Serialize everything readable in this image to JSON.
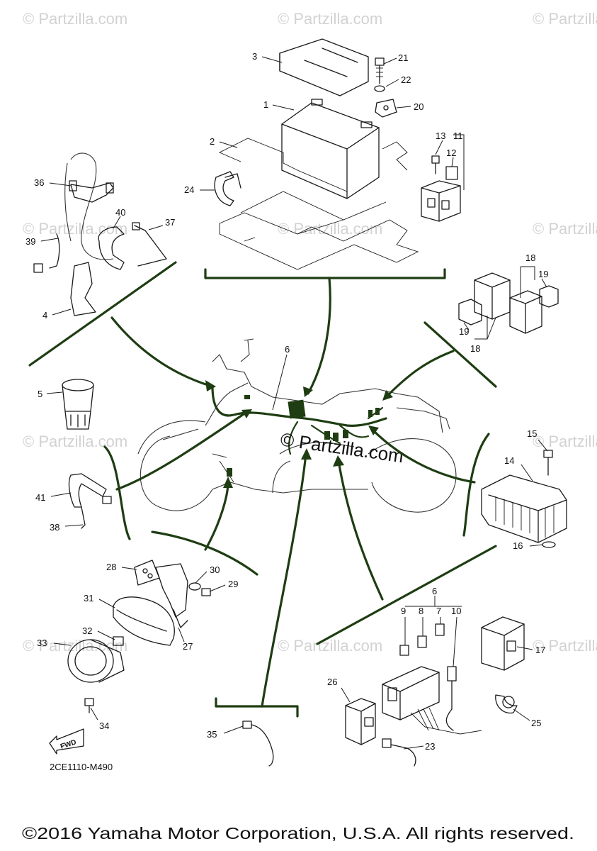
{
  "watermark": {
    "text": "© Partzilla.com",
    "center_text": "© Partzilla.com"
  },
  "diagram_code": "2CE1110-M490",
  "copyright": "©2016 Yamaha Motor Corporation, U.S.A. All rights reserved.",
  "fwd_label": "FWD",
  "part_numbers": {
    "p1": "1",
    "p2": "2",
    "p3": "3",
    "p4": "4",
    "p5": "5",
    "p6": "6",
    "p6b": "6",
    "p7": "7",
    "p8": "8",
    "p9": "9",
    "p10": "10",
    "p11": "11",
    "p12": "12",
    "p13": "13",
    "p14": "14",
    "p15": "15",
    "p16": "16",
    "p17": "17",
    "p18a": "18",
    "p18b": "18",
    "p19a": "19",
    "p19b": "19",
    "p20": "20",
    "p21": "21",
    "p22": "22",
    "p23": "23",
    "p24": "24",
    "p25": "25",
    "p26": "26",
    "p27": "27",
    "p28": "28",
    "p29": "29",
    "p30": "30",
    "p31": "31",
    "p32": "32",
    "p33": "33",
    "p34": "34",
    "p35": "35",
    "p36": "36",
    "p37": "37",
    "p38": "38",
    "p39": "39",
    "p40": "40",
    "p41": "41"
  },
  "colors": {
    "leader_green": "#1e3d12",
    "line": "#1a1a1a",
    "watermark": "#d2d2d2"
  }
}
